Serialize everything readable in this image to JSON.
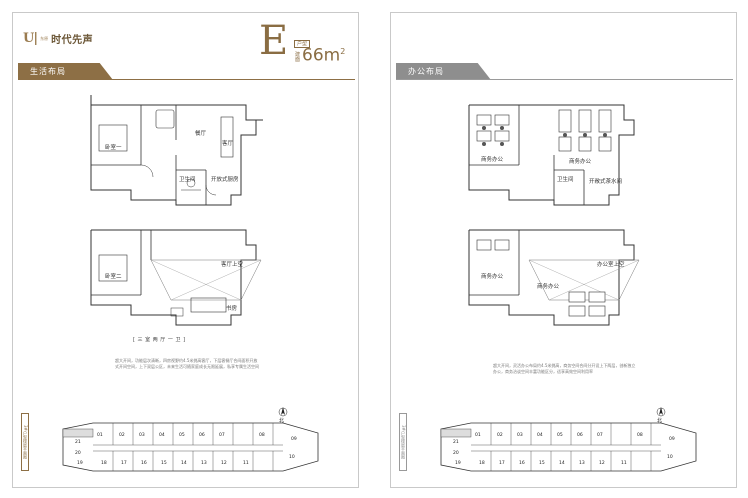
{
  "brand": {
    "mark": "U|",
    "sub": "东原",
    "name": "时代先声"
  },
  "unit": {
    "code": "E",
    "tag": "户型",
    "prefix": "建面",
    "area": "66",
    "area_unit": "m",
    "area_sup": "2"
  },
  "left": {
    "tab_label": "生活布局",
    "rooms_top": {
      "bedroom1": "卧室一",
      "dining": "餐厅",
      "living": "客厅",
      "bathroom": "卫生间",
      "kitchen": "开放式厨房"
    },
    "rooms_bottom": {
      "bedroom2": "卧室二",
      "living_void": "客厅上空",
      "study": "书房"
    },
    "caption": "[ 三 室 两 厅 一 卫 ]",
    "notes": "超大开间，功能层次清晰，四房视野约4.5米挑高客厅，下层客餐厅合间面积开放式开间空间，上下双层公区，未来生活可随家庭成长无限延展，私享专属生活空间",
    "side_tag": "3#户型楼层平面图"
  },
  "right": {
    "tab_label": "办公布局",
    "rooms_top": {
      "office1": "商务办公",
      "office2": "商务办公",
      "bathroom": "卫生间",
      "tea": "开敞式茶水间"
    },
    "rooms_bottom": {
      "office3": "商务办公",
      "office_void": "办公室上空",
      "office4": "商务办公"
    },
    "notes": "超大开间，灵活办公布局约4.5米挑高，商务空间合间分开设上下两层，创新独立办公，商务洽谈空间丰富功能区分，适享高效空间利用率",
    "side_tag": "3#户型楼层平面图"
  },
  "keyplan": {
    "north": "北",
    "top_row": [
      "01",
      "02",
      "03",
      "04",
      "05",
      "06",
      "07",
      "08",
      "09"
    ],
    "bottom_row": [
      "19",
      "18",
      "17",
      "16",
      "15",
      "14",
      "13",
      "12",
      "11",
      "10"
    ],
    "left_col": [
      "21",
      "20"
    ]
  }
}
